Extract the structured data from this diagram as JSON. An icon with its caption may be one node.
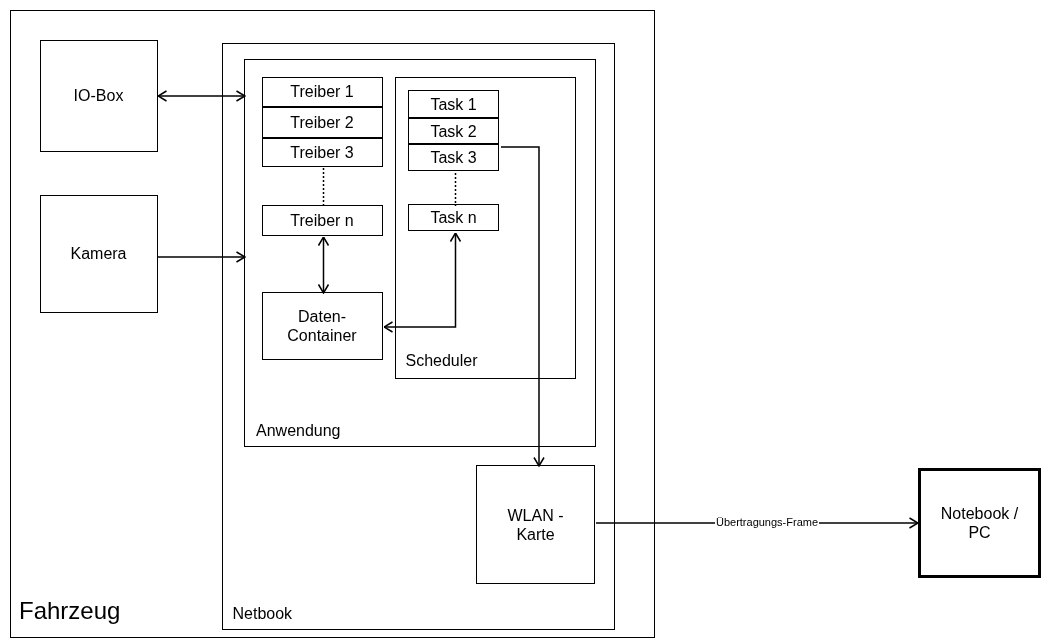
{
  "diagram": {
    "nodes": [
      {
        "text": [
          "Fahrzeug"
        ]
      },
      {
        "text": [
          "IO-Box"
        ],
        "in": 0
      },
      {
        "text": [
          "Kamera"
        ],
        "in": 0
      },
      {
        "text": [
          "Netbook"
        ],
        "in": 0
      },
      {
        "text": [
          "Anwendung"
        ],
        "in": 3
      },
      {
        "text": [
          "Treiber 1"
        ],
        "in": 4
      },
      {
        "text": [
          "Treiber 2"
        ],
        "in": 4
      },
      {
        "text": [
          "Treiber 3"
        ],
        "in": 4
      },
      {
        "text": [
          "Treiber n"
        ],
        "in": 4
      },
      {
        "text": [
          "Daten- Container"
        ],
        "in": 4
      },
      {
        "text": [
          "Scheduler"
        ],
        "in": 4
      },
      {
        "text": [
          "Task 1"
        ],
        "in": 10
      },
      {
        "text": [
          "Task 2"
        ],
        "in": 10
      },
      {
        "text": [
          "Task 3"
        ],
        "in": 10
      },
      {
        "text": [
          "Task n"
        ],
        "in": 10
      },
      {
        "text": [
          "WLAN - Karte"
        ],
        "in": 3
      },
      {
        "text": [
          "Notebook / PC"
        ]
      }
    ],
    "edges": [
      {
        "from": 1,
        "to": 4,
        "arrow": "both"
      },
      {
        "from": 2,
        "to": 4,
        "arrow": "to"
      },
      {
        "from": 7,
        "to": 8,
        "arrow": "none",
        "style": "dashed"
      },
      {
        "from": 13,
        "to": 14,
        "arrow": "none",
        "style": "dashed"
      },
      {
        "from": 8,
        "to": 9,
        "arrow": "both"
      },
      {
        "from": 14,
        "to": 9,
        "arrow": "both"
      },
      {
        "from": 13,
        "to": 15,
        "arrow": "to"
      },
      {
        "from": 15,
        "to": 16,
        "arrow": "to",
        "label": "Übertragungs-Frame"
      }
    ]
  }
}
